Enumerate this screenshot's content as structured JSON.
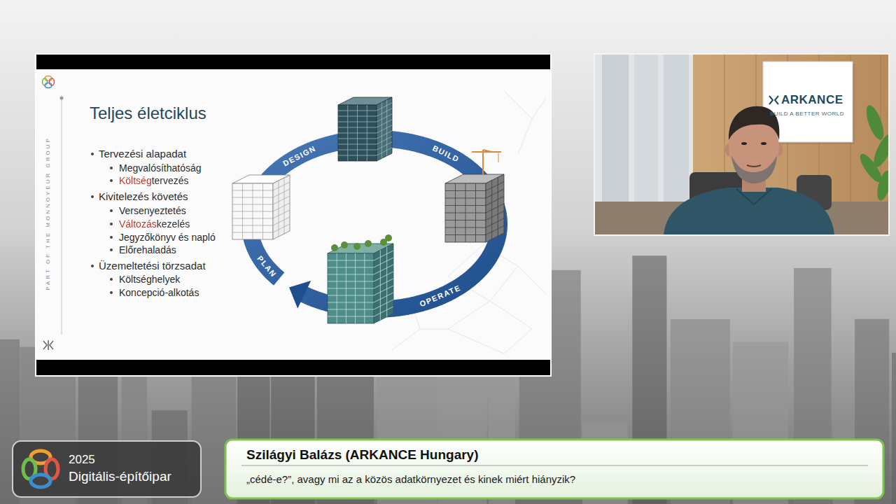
{
  "diagram": {
    "nodes": [
      {
        "text": [
          "Teljes életciklus",
          "Tervezési alapadat",
          "Megvalósíthatóság",
          "Költségtervezés",
          "Kivitelezés követés",
          "Versenyeztetés",
          "Változáskezelés",
          "Jegyzőkönyv és napló",
          "Előrehaladás",
          "Üzemeltetési törzsadat",
          "Költséghelyek",
          "Koncepció-alkotás"
        ]
      },
      {
        "text": [
          "ARKANCE",
          "BUILD A BETTER WORLD"
        ]
      },
      {
        "text": [
          "2025",
          "Digitális-építőipar"
        ]
      },
      {
        "text": [
          "Szilágyi Balázs (ARKANCE Hungary)",
          "„cédé-e?”, avagy mi az a közös adatkörnyezet és kinek miért hiányzik?"
        ]
      }
    ],
    "labels": [
      "PART OF THE MONNOYEUR GROUP",
      "DESIGN",
      "BUILD",
      "PLAN",
      "OPERATE"
    ]
  }
}
